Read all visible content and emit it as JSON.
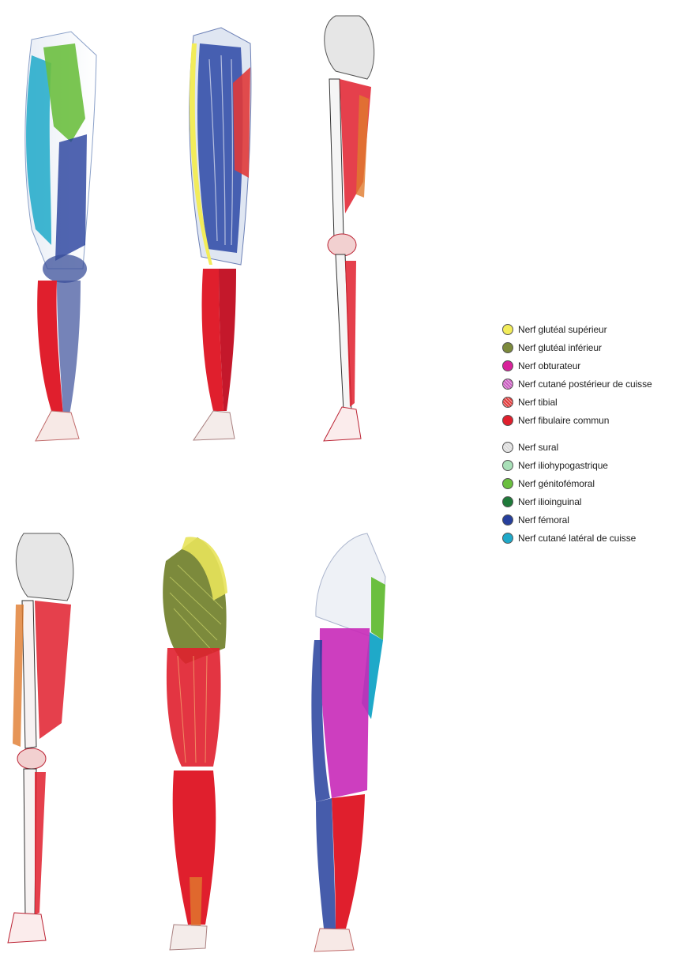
{
  "legend": {
    "group_muscular": [
      {
        "label": "Nerf glutéal supérieur",
        "color": "#f2ec5a",
        "swatch": "yellow-dot-icon",
        "patterned": false
      },
      {
        "label": "Nerf glutéal inférieur",
        "color": "#7c8a3c",
        "swatch": "olive-dot-icon",
        "patterned": false
      },
      {
        "label": "Nerf obturateur",
        "color": "#d8229a",
        "swatch": "magenta-dot-icon",
        "patterned": false
      },
      {
        "label": "Nerf cutané postérieur de cuisse",
        "color": "#c95cc0",
        "swatch": "violet-hatched-dot-icon",
        "patterned": true
      },
      {
        "label": "Nerf tibial",
        "color": "#e03a3a",
        "swatch": "red-hatched-dot-icon",
        "patterned": true
      },
      {
        "label": "Nerf fibulaire commun",
        "color": "#e01f2d",
        "swatch": "red-dot-icon",
        "patterned": false
      }
    ],
    "group_cutaneous": [
      {
        "label": "Nerf sural",
        "color": "#dcdcdc",
        "swatch": "sural-symbol-icon",
        "patterned": true
      },
      {
        "label": "Nerf iliohypogastrique",
        "color": "#a9e0b8",
        "swatch": "pale-green-dot-icon",
        "patterned": false
      },
      {
        "label": "Nerf génitofémoral",
        "color": "#6bbf3f",
        "swatch": "green-dot-icon",
        "patterned": false
      },
      {
        "label": "Nerf ilioinguinal",
        "color": "#1f7a3a",
        "swatch": "dark-green-dot-icon",
        "patterned": false
      },
      {
        "label": "Nerf fémoral",
        "color": "#263f9c",
        "swatch": "blue-dot-icon",
        "patterned": false
      },
      {
        "label": "Nerf cutané latéral de cuisse",
        "color": "#1fa9c9",
        "swatch": "cyan-dot-icon",
        "patterned": false
      }
    ]
  },
  "figures": [
    {
      "view": "anterior-cutaneous"
    },
    {
      "view": "anterior-muscular"
    },
    {
      "view": "lateral-skeleton"
    },
    {
      "view": "posterior-skeleton"
    },
    {
      "view": "posterior-muscular"
    },
    {
      "view": "posterior-cutaneous"
    }
  ]
}
